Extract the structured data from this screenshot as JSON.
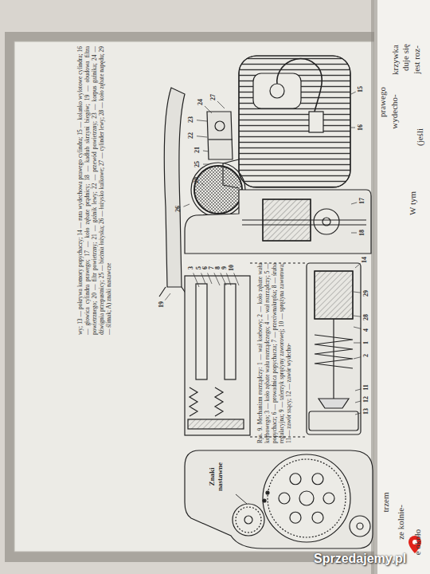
{
  "diagram": {
    "caption": "Rys. 9. Mechanizm rozrządczy: 1 — wał korbowy; 2 — koło zębate wału korbowego; 3 — koło zębate wału rozrządczego; 4 — wał rozrządczy; 5 — popychacz; 6 — prowadnica popychacza; 7 — przeciwnakrętka; 8 — śruba regulacyjna; 9 — talerzyk sprężyny zaworowej; 10 — sprężyna zaworowa; 11 — zawór ssący; 12 — zawór wydecho-",
    "labels": [
      "wy; 13 — pokrywa komory popychaczy; 14 — rura wydechowa prawego cylindra; 15 — kolanko wylotowe cylindra; 16 — głowica cylindra prawego; 17 — koło zębate prądnicy; 18 — kadłub skrzyni biegów; 19 — obudowa filtra powietrznego; 20 — filtr powietrzny; 21 — gaźnik lewy; 22 — przewód powietrzny; 23 — korpus gaźnika; 24 — dźwignia przepustnicy; 25 — bieżnia łożyska; 26 — łożysko kulkowe; 27 — cylinder lewy; 28 — koło zębate napędu; 29 — ślimak; A) znaki nastawcze",
      "Znaki nastawne",
      "1",
      "2",
      "3",
      "4",
      "5",
      "6",
      "7",
      "8",
      "9",
      "10",
      "11",
      "12",
      "13",
      "14",
      "15",
      "16",
      "17",
      "18",
      "19",
      "20",
      "21",
      "22",
      "23",
      "24",
      "25",
      "26",
      "27",
      "28",
      "29",
      "W tym",
      "(jeśli",
      "prawego",
      "wydecho-",
      "krzywka",
      "duje się",
      "jest roz-",
      "ze kolnie-",
      "e około",
      "trzem",
      "Sprzedajemy.pl"
    ]
  }
}
